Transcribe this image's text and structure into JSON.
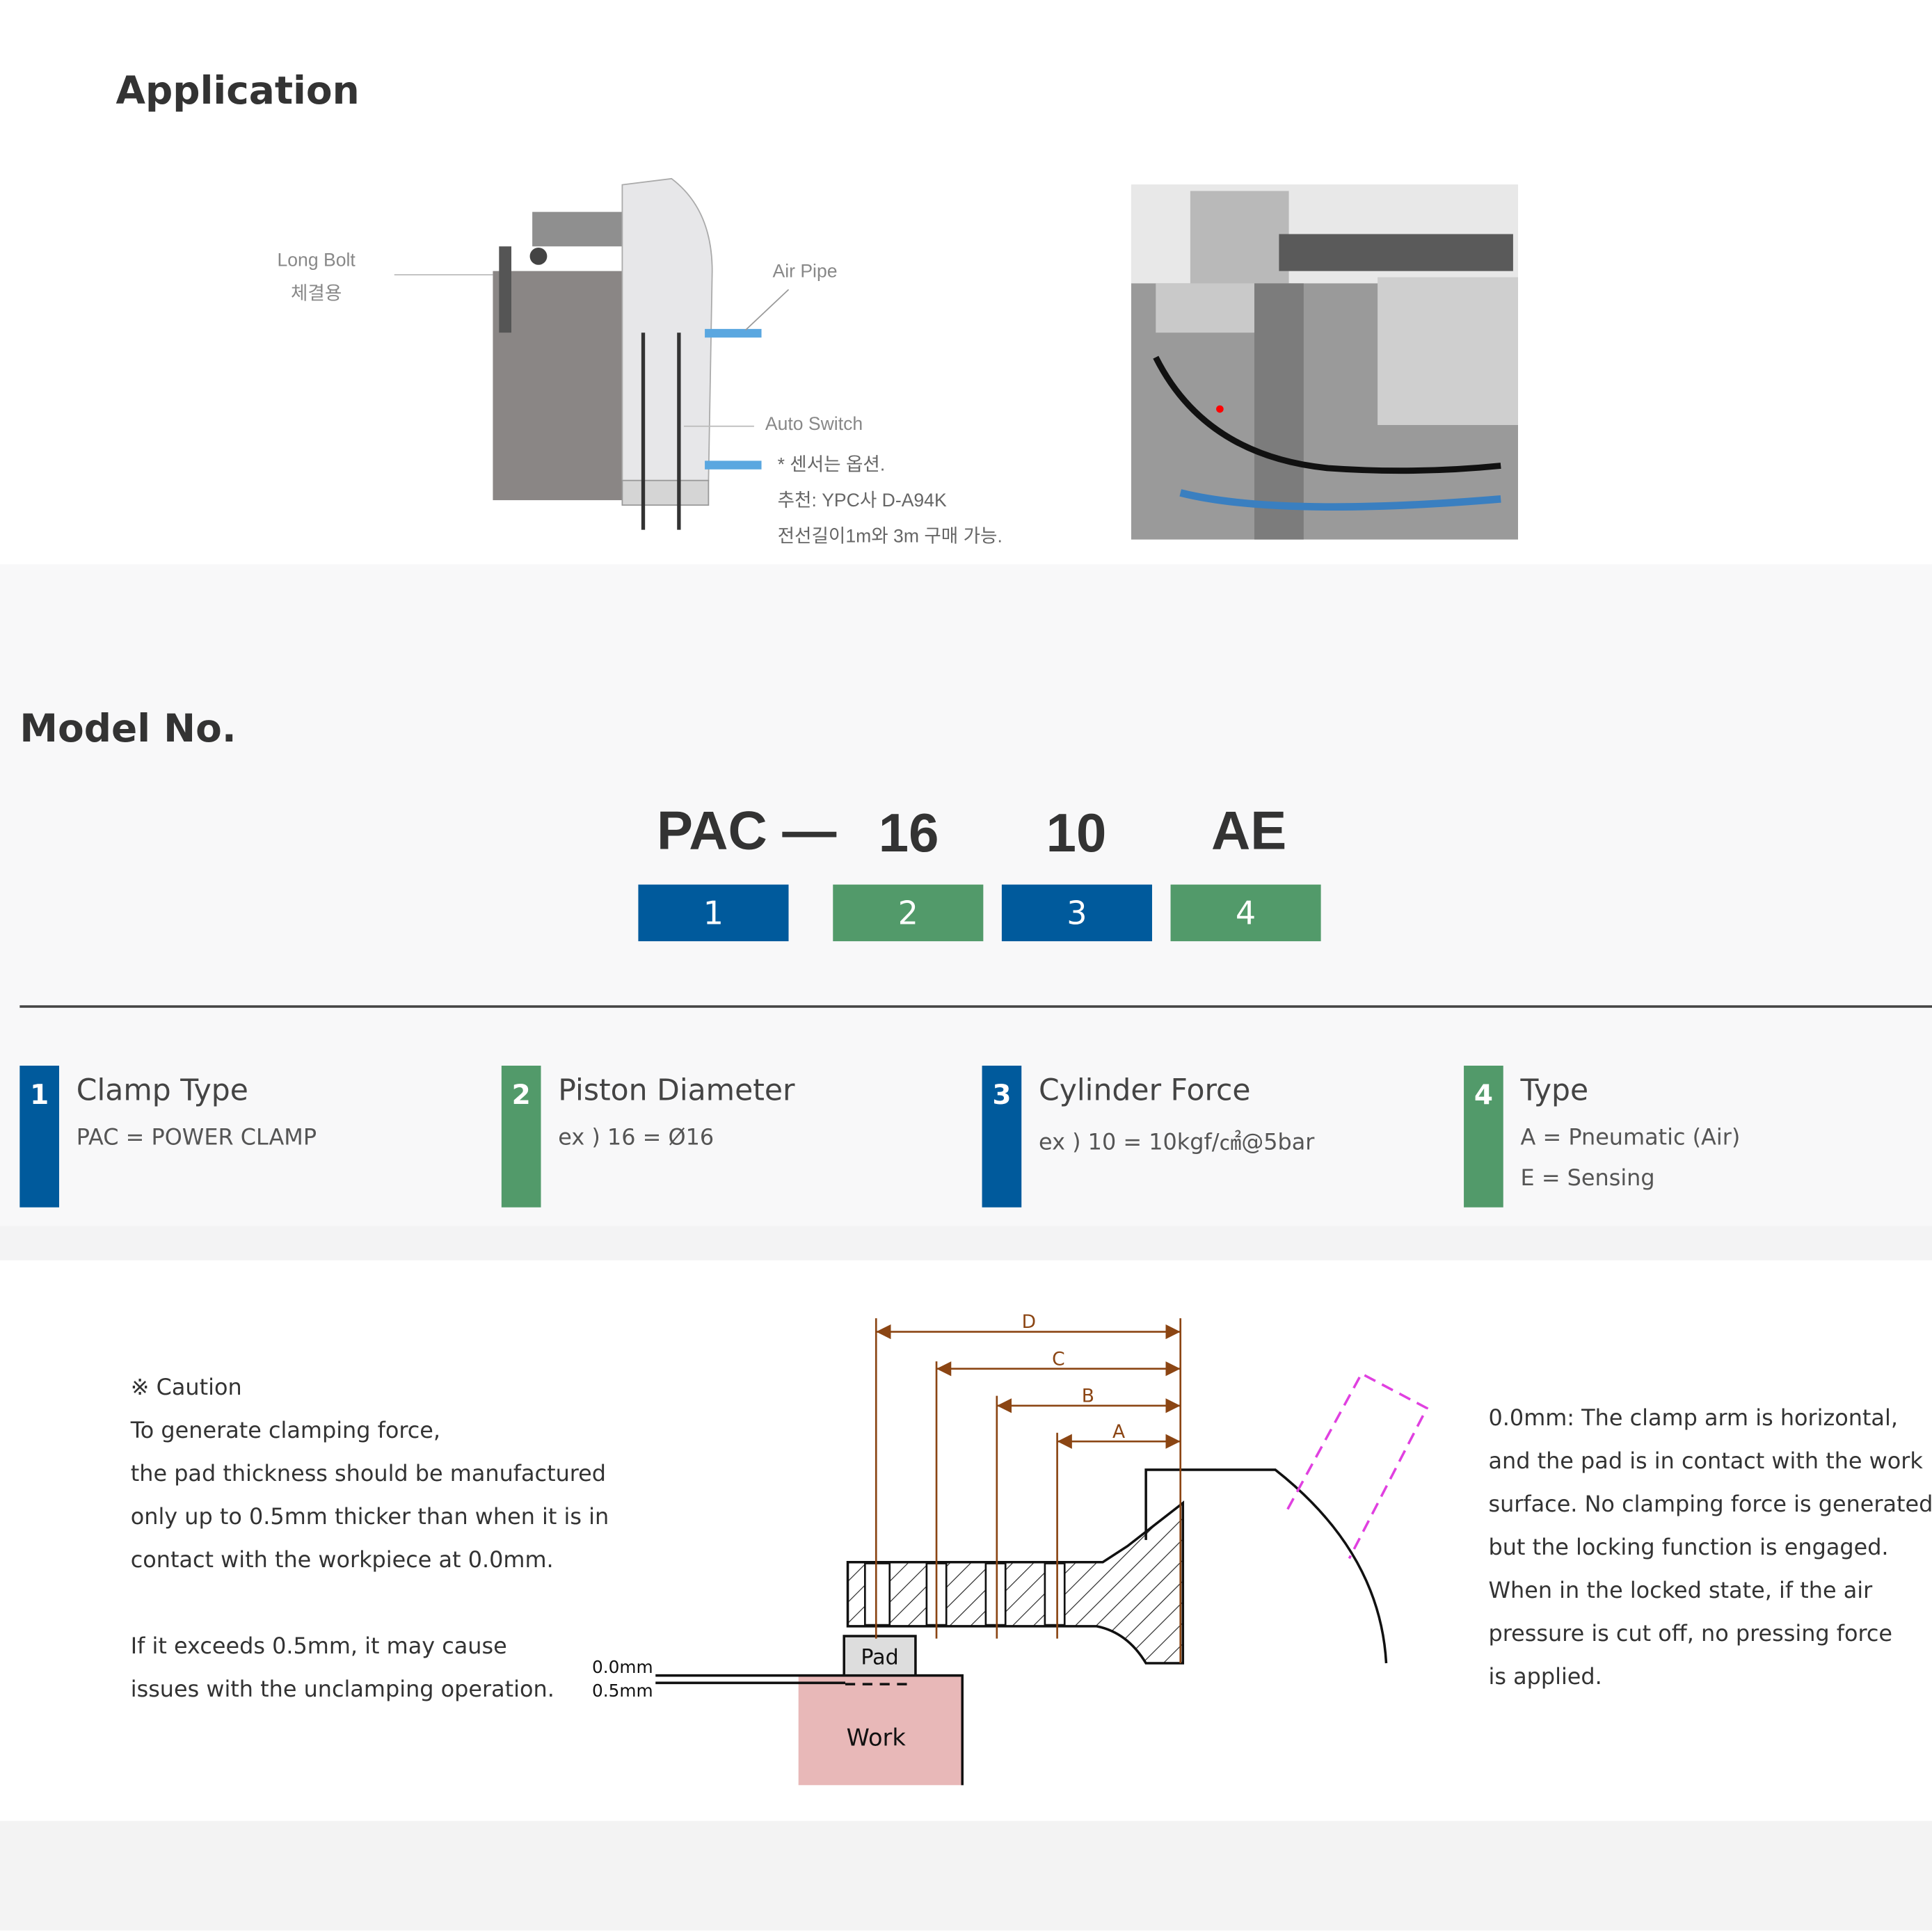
{
  "application": {
    "title": "Application",
    "labels": {
      "long_bolt": "Long Bolt",
      "long_bolt_kr": "체결용",
      "air_pipe": "Air Pipe",
      "auto_switch": "Auto Switch",
      "note1": "* 센서는 옵션.",
      "note2": "추천: YPC사 D-A94K",
      "note3": "전선길이1m와 3m 구매 가능."
    }
  },
  "model": {
    "title": "Model No.",
    "code": {
      "prefix": "PAC —",
      "p2": "16",
      "p3": "10",
      "p4": "AE"
    },
    "boxes": [
      "1",
      "2",
      "3",
      "4"
    ],
    "colors": {
      "blue": "#005a9c",
      "green": "#529a6a"
    },
    "legend": [
      {
        "num": "1",
        "title": "Clamp Type",
        "lines": [
          "PAC = POWER CLAMP"
        ]
      },
      {
        "num": "2",
        "title": "Piston Diameter",
        "lines": [
          "ex ) 16 = Ø16"
        ]
      },
      {
        "num": "3",
        "title": "Cylinder Force",
        "lines": [
          "ex ) 10 = 10kgf/㎠@5bar"
        ]
      },
      {
        "num": "4",
        "title": "Type",
        "lines": [
          "A = Pneumatic (Air)",
          "E = Sensing"
        ]
      }
    ]
  },
  "caution": {
    "lines": [
      "※ Caution",
      "To generate clamping force,",
      "the pad thickness should be manufactured",
      "only up to 0.5mm thicker than when it is in",
      "contact with the workpiece at 0.0mm.",
      "",
      "If it exceeds 0.5mm, it may cause",
      "issues with the unclamping operation."
    ],
    "diagram": {
      "dims": [
        "D",
        "C",
        "B",
        "A"
      ],
      "pad": "Pad",
      "work": "Work",
      "level0": "0.0mm",
      "level1": "0.5mm"
    },
    "right_lines": [
      "0.0mm: The clamp arm is horizontal,",
      "and the pad is in contact with the work",
      "surface. No clamping force is generated,",
      "but the locking function is engaged.",
      "When in the locked state, if the air",
      "pressure is cut off, no pressing force",
      "is applied."
    ]
  }
}
